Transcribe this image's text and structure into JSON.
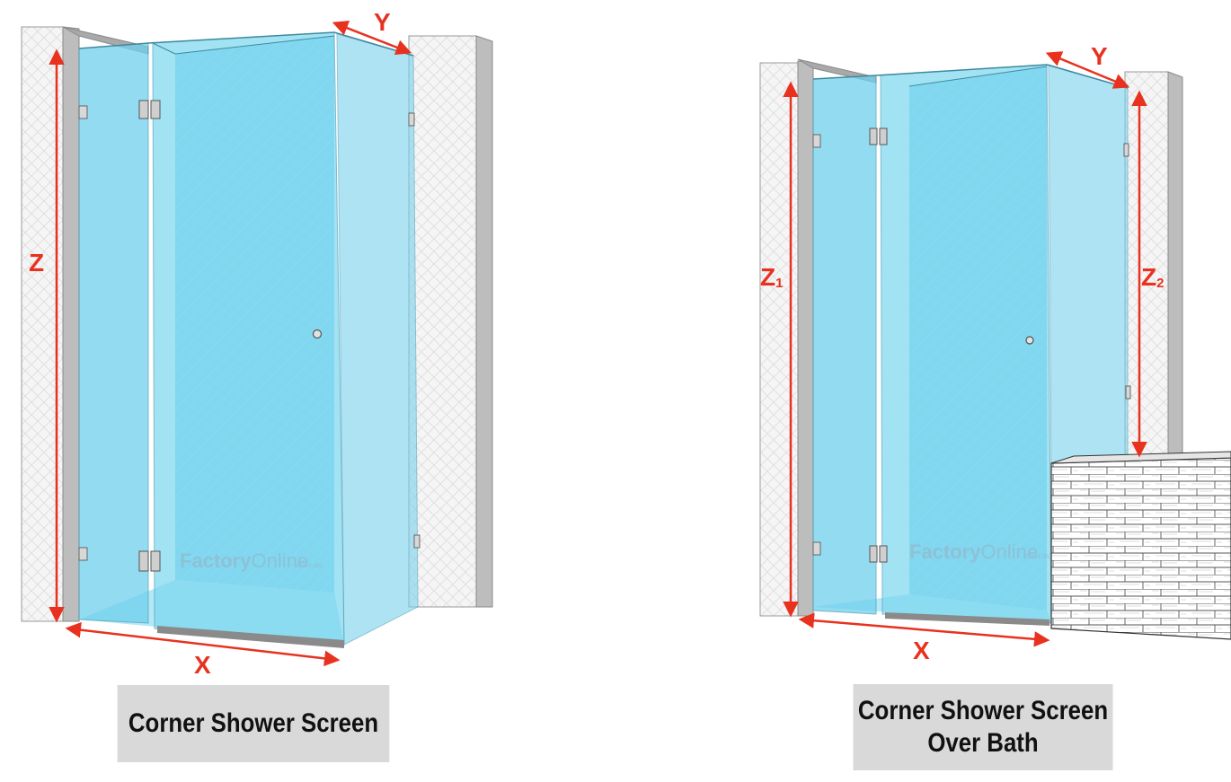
{
  "left_diagram": {
    "caption": "Corner Shower Screen",
    "labels": {
      "x": "X",
      "y": "Y",
      "z": "Z"
    }
  },
  "right_diagram": {
    "caption_line1": "Corner Shower Screen",
    "caption_line2": "Over Bath",
    "labels": {
      "x": "X",
      "y": "Y",
      "z1": "Z",
      "z1_sub": "1",
      "z2": "Z",
      "z2_sub": "2"
    }
  },
  "watermark": {
    "brand_a": "Factory",
    "brand_b": "Online",
    "domain": ".com.au"
  },
  "colors": {
    "glass": "#7fd6ee",
    "glass_dark": "#5cc3e0",
    "wall": "#f2f2f2",
    "wall_edge": "#b9b9b9",
    "dimension": "#e8321f",
    "caption_bg": "#d9d9d9"
  }
}
